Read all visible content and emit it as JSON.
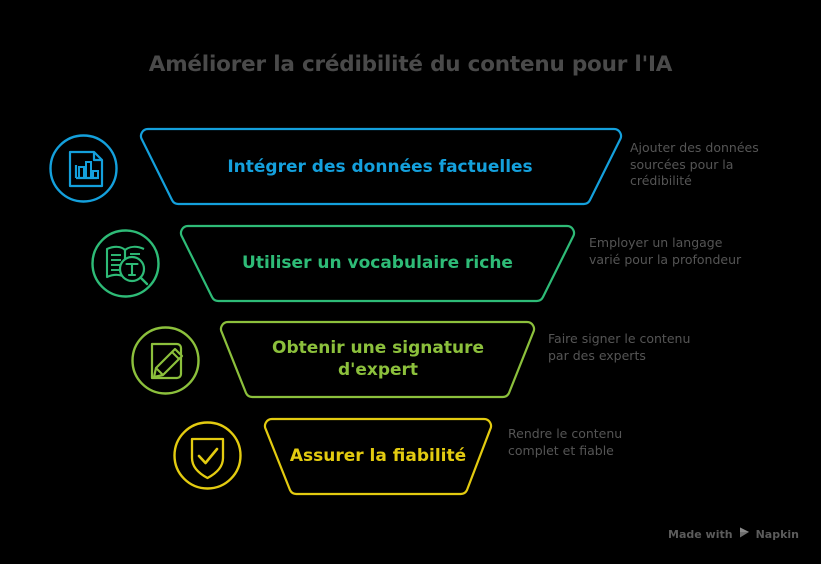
{
  "background_color": "#000000",
  "title": "Améliorer la crédibilité du contenu pour l'IA",
  "title_color": "#4a4a4a",
  "note_color": "#555555",
  "watermark": {
    "text_before": "Made with",
    "brand": "Napkin",
    "logo_icon": "napkin-play-logo-icon"
  },
  "funnel": {
    "type": "funnel",
    "stages": [
      {
        "label": "Intégrer des données factuelles",
        "note": "Ajouter des données\nsourcées pour la\ncrédibilité",
        "color": "#14A0DC",
        "icon": "document-bar-chart-icon"
      },
      {
        "label": "Utiliser un vocabulaire riche",
        "note": "Employer un langage\nvarié pour la profondeur",
        "color": "#2EBB77",
        "icon": "book-magnifier-text-icon"
      },
      {
        "label": "Obtenir une signature\nd'expert",
        "note": "Faire signer le contenu\npar des experts",
        "color": "#8CC03C",
        "icon": "document-pen-signature-icon"
      },
      {
        "label": "Assurer la fiabilité",
        "note": "Rendre le contenu\ncomplet et fiable",
        "color": "#E3CB10",
        "icon": "shield-check-icon"
      }
    ]
  }
}
